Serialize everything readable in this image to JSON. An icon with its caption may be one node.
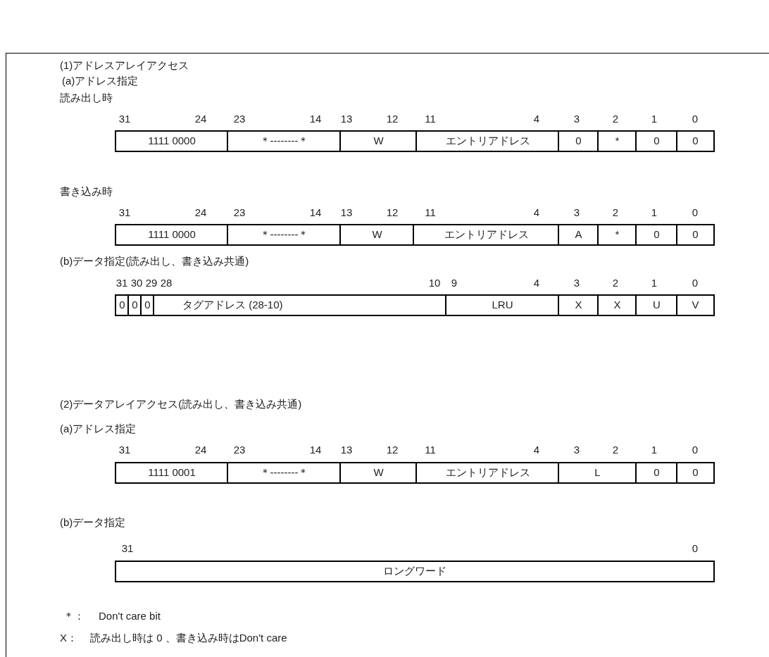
{
  "diagram": {
    "nodes": [
      {
        "text": [
          "1111 0000"
        ]
      },
      {
        "text": [
          "＊--------＊"
        ]
      },
      {
        "text": [
          "W"
        ]
      },
      {
        "text": [
          "エントリアドレス"
        ]
      },
      {
        "text": [
          "0"
        ]
      },
      {
        "text": [
          "*"
        ]
      },
      {
        "text": [
          "0"
        ]
      },
      {
        "text": [
          "0"
        ]
      },
      {
        "text": [
          "1111 0000"
        ]
      },
      {
        "text": [
          "＊--------＊"
        ]
      },
      {
        "text": [
          "W"
        ]
      },
      {
        "text": [
          "エントリアドレス"
        ]
      },
      {
        "text": [
          "A"
        ]
      },
      {
        "text": [
          "*"
        ]
      },
      {
        "text": [
          "0"
        ]
      },
      {
        "text": [
          "0"
        ]
      },
      {
        "text": [
          "0"
        ]
      },
      {
        "text": [
          "0"
        ]
      },
      {
        "text": [
          "0"
        ]
      },
      {
        "text": [
          "タグアドレス (28-10)"
        ]
      },
      {
        "text": [
          "LRU"
        ]
      },
      {
        "text": [
          "X"
        ]
      },
      {
        "text": [
          "X"
        ]
      },
      {
        "text": [
          "U"
        ]
      },
      {
        "text": [
          "V"
        ]
      },
      {
        "text": [
          "1111 0001"
        ]
      },
      {
        "text": [
          "＊--------＊"
        ]
      },
      {
        "text": [
          "W"
        ]
      },
      {
        "text": [
          "エントリアドレス"
        ]
      },
      {
        "text": [
          "L"
        ]
      },
      {
        "text": [
          "0"
        ]
      },
      {
        "text": [
          "0"
        ]
      },
      {
        "text": [
          "ロングワード"
        ]
      }
    ],
    "labels": [
      "(1)アドレスアレイアクセス",
      "(a)アドレス指定",
      "読み出し時",
      "31",
      "24",
      "23",
      "14",
      "13",
      "12",
      "11",
      "4",
      "3",
      "2",
      "1",
      "0",
      "書き込み時",
      "31",
      "24",
      "23",
      "14",
      "13",
      "12",
      "11",
      "4",
      "3",
      "2",
      "1",
      "0",
      "(b)データ指定(読み出し、書き込み共通)",
      "31",
      "30",
      "29",
      "28",
      "10",
      "9",
      "4",
      "3",
      "2",
      "1",
      "0",
      "(2)データアレイアクセス(読み出し、書き込み共通)",
      "(a)アドレス指定",
      "31",
      "24",
      "23",
      "14",
      "13",
      "12",
      "11",
      "4",
      "3",
      "2",
      "1",
      "0",
      "(b)データ指定",
      "31",
      "0",
      "＊：",
      "Don't care bit",
      "X：",
      "読み出し時は 0 、書き込み時はDon't care"
    ]
  }
}
